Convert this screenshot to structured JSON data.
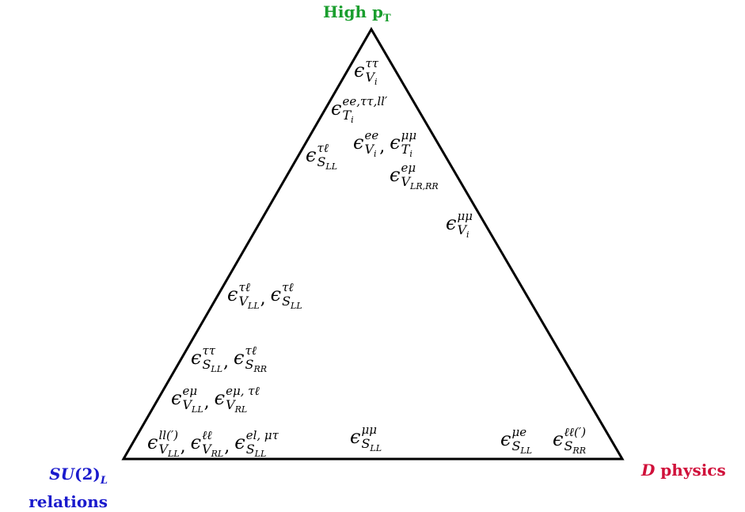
{
  "corners": {
    "top": {
      "main": "High p",
      "sub": "T",
      "color": "#1a9e2e"
    },
    "left": {
      "main": "SU",
      "paren": "(2)",
      "sub": "L",
      "line2": "relations",
      "color": "#1a1acc"
    },
    "right": {
      "italic": "D",
      "main": " physics",
      "color": "#d0103a"
    }
  },
  "labels": [
    {
      "groups": [
        {
          "sup": "ττ",
          "sub": "V",
          "subsub": "i"
        }
      ]
    },
    {
      "groups": [
        {
          "sup": "ee,ττ,ll′",
          "sub": "T",
          "subsub": "i"
        }
      ]
    },
    {
      "groups": [
        {
          "sup": "ee",
          "sub": "V",
          "subsub": "i"
        },
        {
          "sup": "μμ",
          "sub": "T",
          "subsub": "i"
        }
      ]
    },
    {
      "groups": [
        {
          "sup": "τℓ",
          "sub": "S",
          "subsub": "LL"
        }
      ]
    },
    {
      "groups": [
        {
          "sup": "eμ",
          "sub": "V",
          "subsub": "LR,RR"
        }
      ]
    },
    {
      "groups": [
        {
          "sup": "μμ",
          "sub": "V",
          "subsub": "i"
        }
      ]
    },
    {
      "groups": [
        {
          "sup": "τℓ",
          "sub": "V",
          "subsub": "LL"
        },
        {
          "sup": "τℓ",
          "sub": "S",
          "subsub": "LL"
        }
      ]
    },
    {
      "groups": [
        {
          "sup": "ττ",
          "sub": "S",
          "subsub": "LL"
        },
        {
          "sup": "τℓ",
          "sub": "S",
          "subsub": "RR"
        }
      ]
    },
    {
      "groups": [
        {
          "sup": "eμ",
          "sub": "V",
          "subsub": "LL"
        },
        {
          "sup": "eμ, τℓ",
          "sub": "V",
          "subsub": "RL"
        }
      ]
    },
    {
      "groups": [
        {
          "sup": "ll(′)",
          "sub": "V",
          "subsub": "LL",
          "color": "#9b3fc9"
        },
        {
          "sup": "ℓℓ",
          "sub": "V",
          "subsub": "RL",
          "color": "#9b3fc9"
        },
        {
          "sup": "el, μτ",
          "sub": "S",
          "subsub": "LL"
        }
      ]
    },
    {
      "groups": [
        {
          "sup": "μμ",
          "sub": "S",
          "subsub": "LL"
        }
      ]
    },
    {
      "groups": [
        {
          "sup": "μe",
          "sub": "S",
          "subsub": "LL"
        }
      ]
    },
    {
      "groups": [
        {
          "sup": "ℓℓ(′)",
          "sub": "S",
          "subsub": "RR"
        }
      ]
    }
  ]
}
